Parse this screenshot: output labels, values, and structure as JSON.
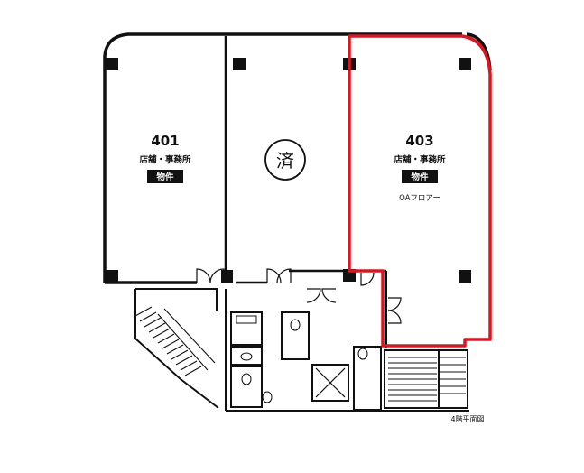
{
  "units": [
    {
      "number": "401",
      "use": "店舗・事務所",
      "tag": "物件"
    },
    {
      "seal": "済"
    },
    {
      "number": "403",
      "use": "店舗・事務所",
      "tag": "物件",
      "floor_type": "OAフロアー"
    }
  ],
  "caption": "4階平面図",
  "colors": {
    "highlight": "#e0141e",
    "line": "#111111"
  }
}
